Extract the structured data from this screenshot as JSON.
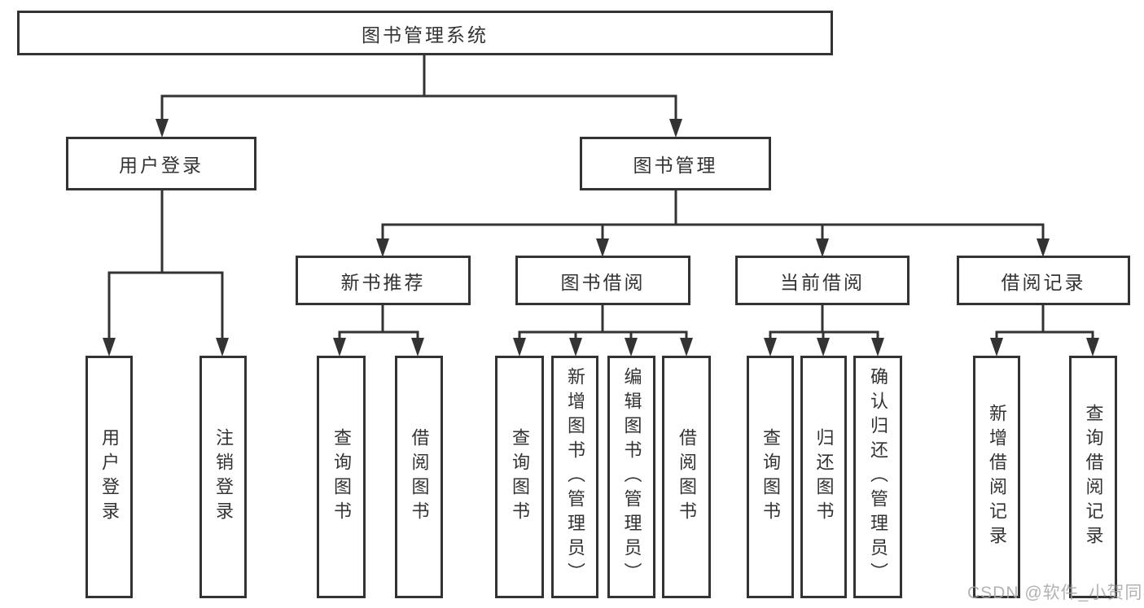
{
  "diagram": {
    "title": "图书管理系统",
    "nodes": {
      "root": "图书管理系统",
      "user_login": "用户登录",
      "book_mgmt": "图书管理",
      "new_book_rec": "新书推荐",
      "book_borrow": "图书借阅",
      "current_borrow": "当前借阅",
      "borrow_record": "借阅记录",
      "leaf_user_login": "用户登录",
      "leaf_logout": "注销登录",
      "leaf_query_book_rec": "查询图书",
      "leaf_borrow_book_rec": "借阅图书",
      "leaf_query_book_borrow": "查询图书",
      "leaf_add_book": "新增图书（管理员）",
      "leaf_edit_book": "编辑图书（管理员）",
      "leaf_borrow_book_borrow": "借阅图书",
      "leaf_query_book_current": "查询图书",
      "leaf_return_book": "归还图书",
      "leaf_confirm_return": "确认归还（管理员）",
      "leaf_add_borrow_record": "新增借阅记录",
      "leaf_query_borrow_record": "查询借阅记录"
    }
  },
  "watermark": "CSDN @软件_小贺同学",
  "colors": {
    "line": "#333333",
    "text": "#333333",
    "watermark": "#a4a4a4",
    "background": "#ffffff"
  }
}
